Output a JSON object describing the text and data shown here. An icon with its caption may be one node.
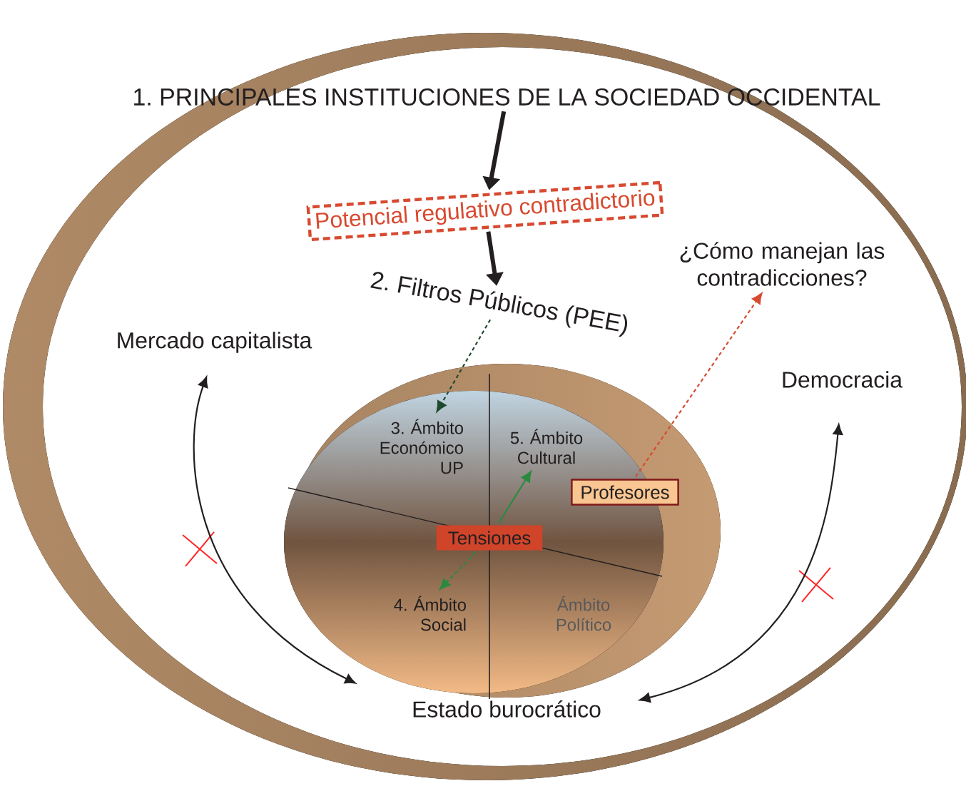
{
  "diagram": {
    "nodes": [
      {
        "text": [
          "1. PRINCIPALES INSTITUCIONES DE LA SOCIEDAD OCCIDENTAL"
        ]
      },
      {
        "text": [
          "Potencial regulativo contradictorio"
        ]
      },
      {
        "text": [
          "2. Filtros Públicos (PEE)"
        ]
      },
      {
        "text": [
          "¿Cómo manejan las contradicciones?"
        ]
      },
      {
        "text": [
          "Mercado capitalista"
        ]
      },
      {
        "text": [
          "Democracia"
        ]
      },
      {
        "text": [
          "3. Ámbito Económico UP"
        ]
      },
      {
        "text": [
          "5. Ámbito Cultural"
        ]
      },
      {
        "text": [
          "Profesores"
        ]
      },
      {
        "text": [
          "Tensiones"
        ]
      },
      {
        "text": [
          "4. Ámbito Social"
        ]
      },
      {
        "text": [
          "Ámbito Político"
        ]
      },
      {
        "text": [
          "Estado burocrático"
        ]
      }
    ],
    "edges": [
      {
        "from": 0,
        "to": 1,
        "arrow": "to",
        "style": "thick"
      },
      {
        "from": 1,
        "to": 2,
        "arrow": "to",
        "style": "thick"
      },
      {
        "from": 2,
        "to": 6,
        "arrow": "to",
        "style": "dashed",
        "color": "#1d4a2c"
      },
      {
        "from": 8,
        "to": 3,
        "arrow": "to",
        "style": "dashed",
        "color": "#d84a30"
      },
      {
        "from": 9,
        "to": 7,
        "arrow": "to",
        "color": "#2a8a3e"
      },
      {
        "from": 9,
        "to": 10,
        "arrow": "to",
        "style": "dashed",
        "color": "#2a8a3e"
      },
      {
        "from": 4,
        "to": 12,
        "arrow": "both"
      },
      {
        "from": 5,
        "to": 12,
        "arrow": "both"
      }
    ]
  }
}
